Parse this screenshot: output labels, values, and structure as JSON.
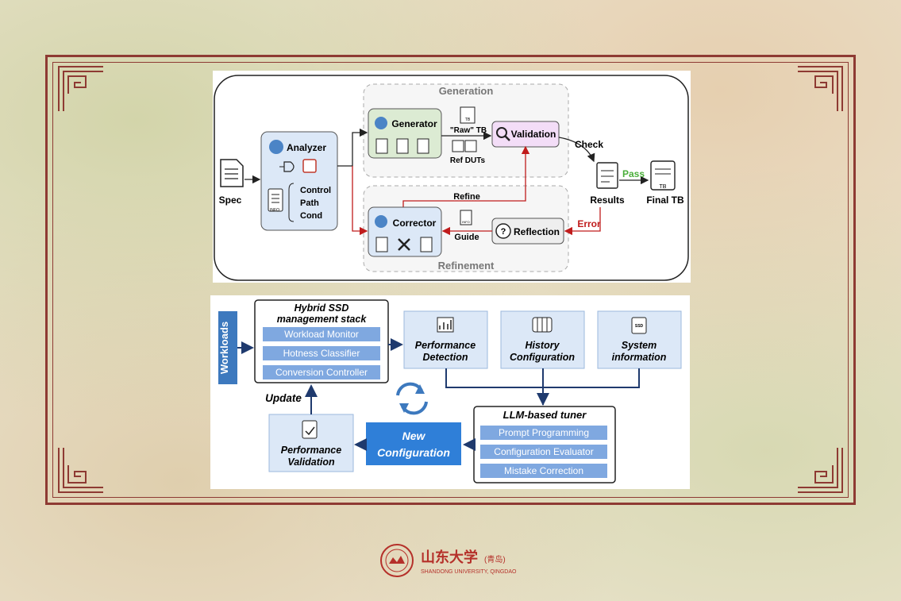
{
  "diagram1": {
    "generation_label": "Generation",
    "refinement_label": "Refinement",
    "spec": "Spec",
    "analyzer": "Analyzer",
    "analyzer_items": [
      "Control",
      "Path",
      "Cond"
    ],
    "info_tag": "INFO",
    "generator": "Generator",
    "raw_tb": "\"Raw\" TB",
    "tb_tag": "TB",
    "ref_duts": "Ref DUTs",
    "validation": "Validation",
    "check": "Check",
    "results": "Results",
    "pass": "Pass",
    "final_tb": "Final TB",
    "refine": "Refine",
    "corrector": "Corrector",
    "guide": "Guide",
    "reflection": "Reflection",
    "error": "Error"
  },
  "diagram2": {
    "workloads": "Workloads",
    "stack_title_1": "Hybrid SSD",
    "stack_title_2": "management stack",
    "stack_items": [
      "Workload Monitor",
      "Hotness Classifier",
      "Conversion Controller"
    ],
    "perf_detection": [
      "Performance",
      "Detection"
    ],
    "history_config": [
      "History",
      "Configuration"
    ],
    "system_info": [
      "System",
      "information"
    ],
    "ssd_tag": "SSD",
    "tuner_title": "LLM-based tuner",
    "tuner_items": [
      "Prompt Programming",
      "Configuration Evaluator",
      "Mistake Correction"
    ],
    "new_config": [
      "New",
      "Configuration"
    ],
    "perf_validation": [
      "Performance",
      "Validation"
    ],
    "update": "Update"
  },
  "logo": {
    "name_cn": "山东大学",
    "campus_cn": "(青岛)",
    "name_en": "SHANDONG UNIVERSITY, QINGDAO"
  },
  "colors": {
    "frame": "#8e3a33",
    "navy": "#1f3a6e",
    "box_blue_light": "#dce8f7",
    "box_blue_mid": "#7fa8e0",
    "accent_blue": "#2f7fd8",
    "error_red": "#c01c1c",
    "pass_green": "#4aae3a",
    "validation_pink": "#f3ddf7",
    "generator_green": "#dcebd3"
  }
}
